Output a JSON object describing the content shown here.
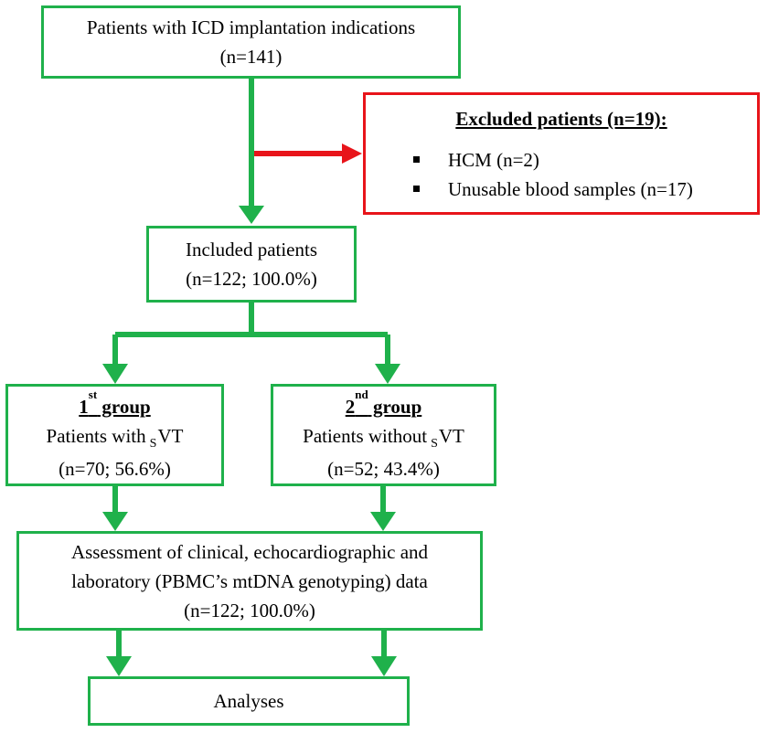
{
  "colors": {
    "flow_green": "#1fb14b",
    "exclusion_red": "#e8141a"
  },
  "start_box": {
    "line1": "Patients with ICD implantation indications",
    "line2": "(n=141)"
  },
  "excluded_box": {
    "title": "Excluded patients (n=19):",
    "items": [
      {
        "label": "HCM (n=2)"
      },
      {
        "label": "Unusable blood samples (n=17)"
      }
    ]
  },
  "included_box": {
    "line1": "Included patients",
    "line2": "(n=122; 100.0%)"
  },
  "group1_box": {
    "ordinal": "1",
    "ordinal_suffix": "st",
    "title_rest": " group",
    "desc_before": "Patients with",
    "desc_sub": "S",
    "desc_after": "VT",
    "stats": "(n=70; 56.6%)"
  },
  "group2_box": {
    "ordinal": "2",
    "ordinal_suffix": "nd",
    "title_rest": " group",
    "desc_before": "Patients without",
    "desc_sub": "S",
    "desc_after": "VT",
    "stats": "(n=52; 43.4%)"
  },
  "assessment_box": {
    "line1": "Assessment of clinical, echocardiographic and",
    "line2": "laboratory (PBMC’s mtDNA genotyping) data",
    "line3": "(n=122; 100.0%)"
  },
  "analyses_box": {
    "label": "Analyses"
  }
}
